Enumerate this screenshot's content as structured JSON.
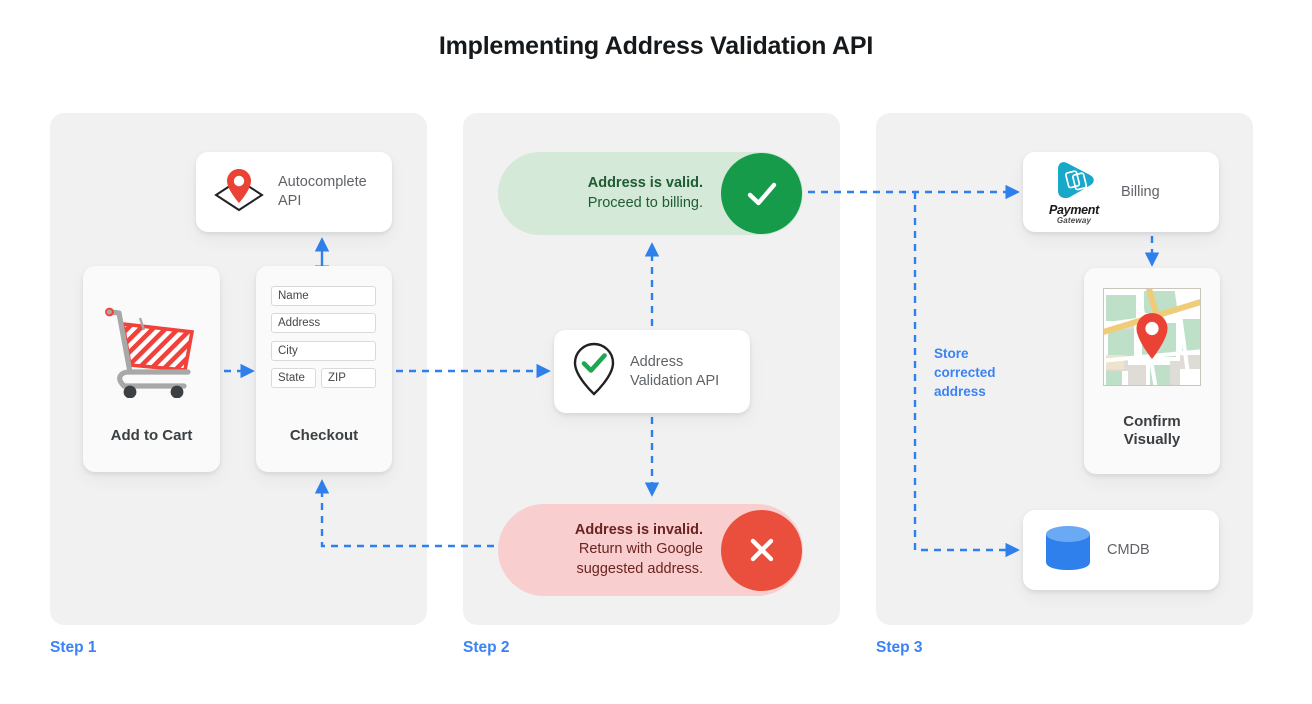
{
  "page": {
    "title": "Implementing Address Validation API",
    "accent_blue": "#2f80ed",
    "background": "#ffffff",
    "panel_background": "#f1f1f2"
  },
  "steps": [
    {
      "label": "Step 1"
    },
    {
      "label": "Step 2"
    },
    {
      "label": "Step 3"
    }
  ],
  "step1": {
    "autocomplete_card": {
      "label_line1": "Autocomplete",
      "label_line2": "API",
      "icon": "map-pin-on-envelope-icon"
    },
    "add_to_cart_card": {
      "caption": "Add to Cart",
      "icon": "shopping-cart-icon"
    },
    "checkout_card": {
      "caption": "Checkout",
      "fields": [
        {
          "name": "name-field",
          "placeholder": "Name"
        },
        {
          "name": "address-field",
          "placeholder": "Address"
        },
        {
          "name": "city-field",
          "placeholder": "City"
        },
        {
          "name": "state-field",
          "placeholder": "State"
        },
        {
          "name": "zip-field",
          "placeholder": "ZIP"
        }
      ]
    }
  },
  "step2": {
    "valid_pill": {
      "headline": "Address is valid.",
      "subline": "Proceed to billing.",
      "badge_icon": "check-icon",
      "background": "#d5e9d8",
      "badge_color": "#159b4a",
      "text_color": "#1f5c33"
    },
    "validation_card": {
      "label_line1": "Address",
      "label_line2": "Validation API",
      "icon": "pin-with-check-icon"
    },
    "invalid_pill": {
      "headline": "Address is invalid.",
      "subline1": "Return with Google",
      "subline2": "suggested address.",
      "badge_icon": "close-icon",
      "background": "#f8cfce",
      "badge_color": "#ea4f3d",
      "text_color": "#6b2320"
    }
  },
  "step3": {
    "billing_card": {
      "label": "Billing",
      "logo_name": "Payment",
      "logo_sub": "Gateway",
      "icon": "payment-gateway-icon"
    },
    "confirm_card": {
      "caption_line1": "Confirm",
      "caption_line2": "Visually",
      "icon": "map-thumbnail-with-pin-icon"
    },
    "cmdb_card": {
      "label": "CMDB",
      "icon": "database-cylinder-icon"
    },
    "store_note": {
      "line1": "Store",
      "line2": "corrected",
      "line3": "address"
    }
  }
}
